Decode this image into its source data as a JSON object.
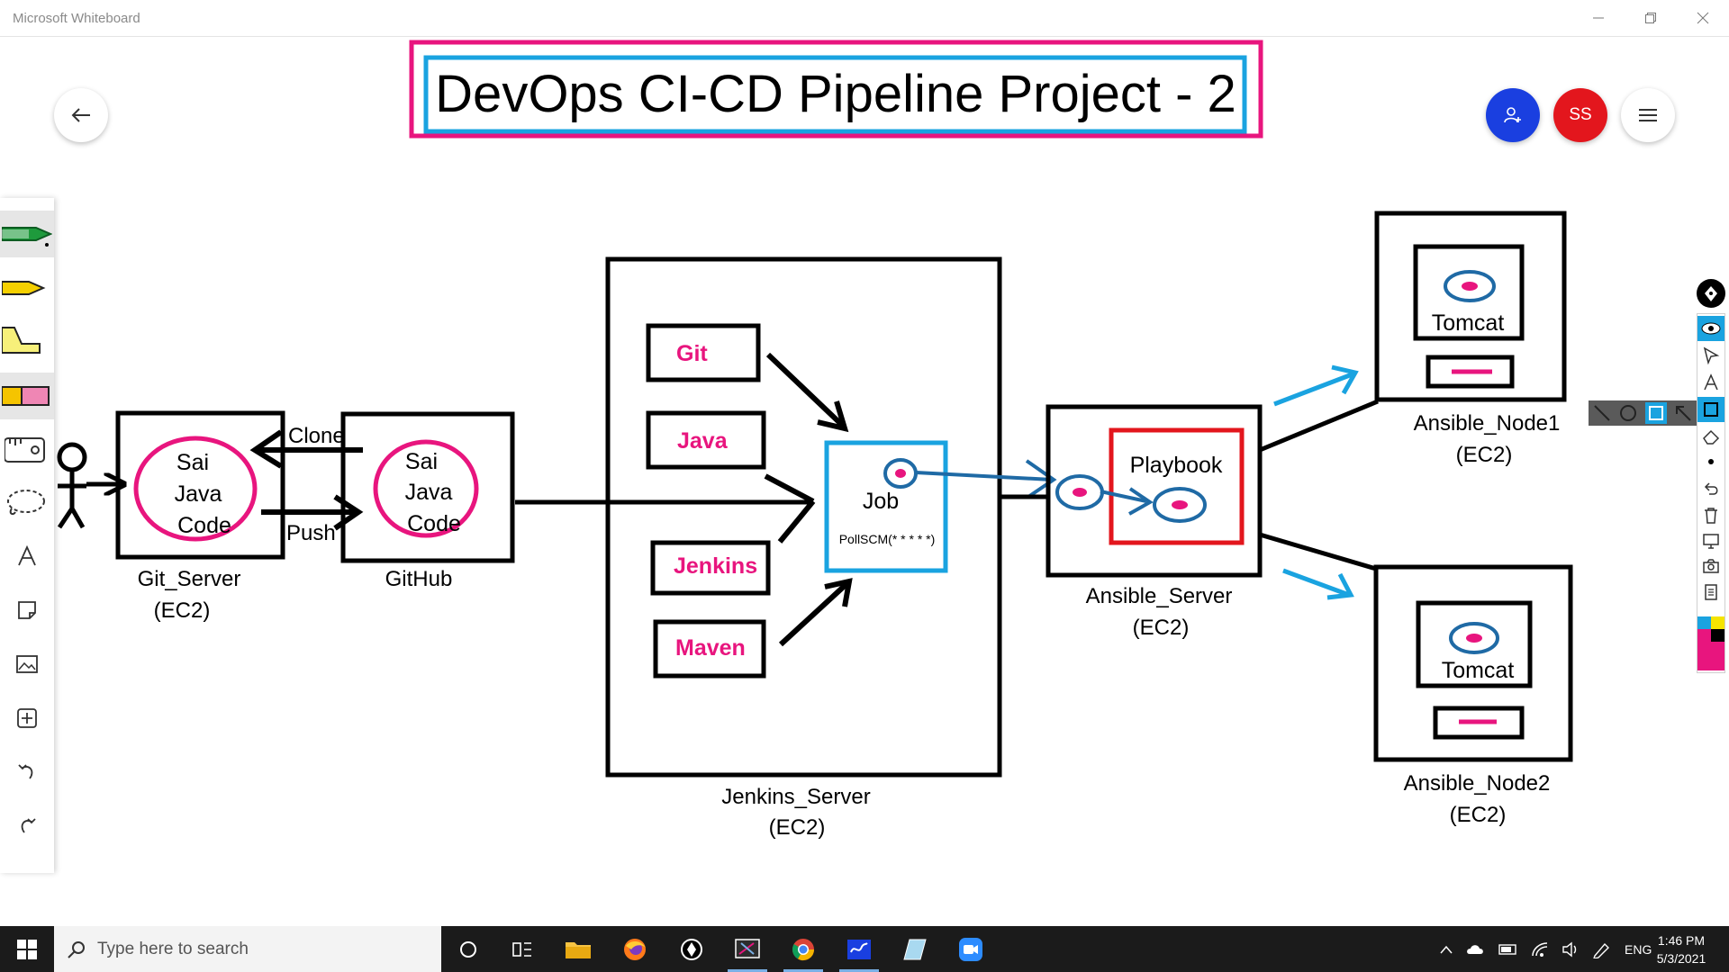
{
  "window": {
    "app_title": "Microsoft Whiteboard"
  },
  "board": {
    "title": "DevOps CI-CD Pipeline Project - 2",
    "user_initials": "SS",
    "git_server": {
      "circle_lines": [
        "Sai",
        "Java",
        "Code"
      ],
      "label": "Git_Server",
      "sublabel": "(EC2)"
    },
    "github": {
      "circle_lines": [
        "Sai",
        "Java",
        "Code"
      ],
      "label": "GitHub"
    },
    "arrows": {
      "clone": "Clone",
      "push": "Push"
    },
    "jenkins": {
      "tools": [
        "Git",
        "Java",
        "Jenkins",
        "Maven"
      ],
      "job_title": "Job",
      "job_schedule": "PollSCM(* * * * *)",
      "label": "Jenkins_Server",
      "sublabel": "(EC2)"
    },
    "ansible": {
      "playbook": "Playbook",
      "label": "Ansible_Server",
      "sublabel": "(EC2)"
    },
    "node1": {
      "app": "Tomcat",
      "label": "Ansible_Node1",
      "sublabel": "(EC2)"
    },
    "node2": {
      "app": "Tomcat",
      "label": "Ansible_Node2",
      "sublabel": "(EC2)"
    }
  },
  "colors": {
    "pink": "#e8157e",
    "cyan": "#1aa3e0",
    "red": "#e3161d",
    "blue_arrow": "#1f6aa5",
    "invite_blue": "#1a3fe0"
  },
  "left_toolbar": [
    "pen-green-icon",
    "pen-yellow-icon",
    "highlighter-icon",
    "eraser-icon",
    "ruler-icon",
    "lasso-icon",
    "text-icon",
    "sticky-note-icon",
    "image-icon",
    "add-icon",
    "undo-icon",
    "redo-icon"
  ],
  "taskbar": {
    "search_placeholder": "Type here to search",
    "language": "ENG",
    "time": "1:46 PM",
    "date": "5/3/2021"
  }
}
